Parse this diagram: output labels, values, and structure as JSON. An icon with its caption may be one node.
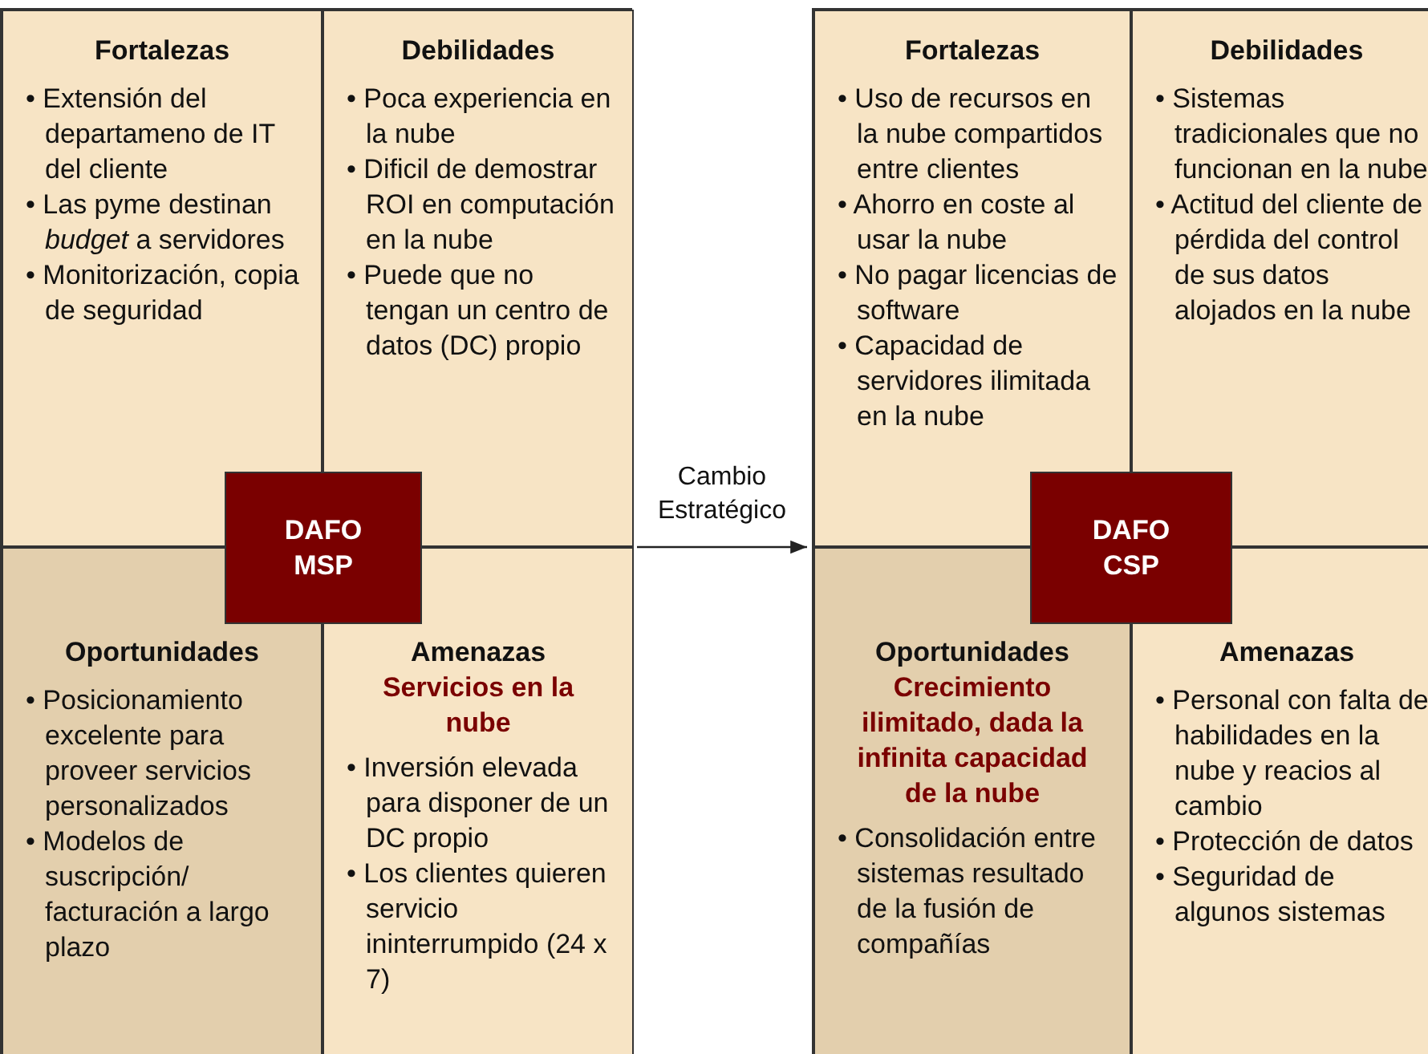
{
  "diagram": {
    "nodes": [
      {
        "text": [],
        "shape": "box"
      },
      {
        "text": [
          "Fortalezas",
          "• Extensión del departameno de IT del cliente",
          "• Las pyme destinan *budget* a servidores",
          "• Monitorización, copia de seguridad"
        ],
        "in": 0
      },
      {
        "text": [
          "Debilidades",
          "• Poca experiencia en la nube",
          "• Dificil de demostrar ROI en computación en la nube",
          "• Puede que no tengan un centro de datos (DC) propio"
        ],
        "in": 0
      },
      {
        "text": [
          "DAFO MSP"
        ],
        "in": 0
      },
      {
        "text": [
          "Oportunidades",
          "• Posicionamiento excelente para proveer servicios personalizados",
          "• Modelos de suscripción/ facturación a largo plazo"
        ],
        "in": 0
      },
      {
        "text": [
          "Amenazas",
          "Servicios en la nube",
          "• Inversión elevada para disponer de un DC propio",
          "• Los clientes quieren servicio ininterrumpido (24 x 7)"
        ],
        "in": 0
      },
      {
        "text": [],
        "shape": "box"
      },
      {
        "text": [
          "Fortalezas",
          "• Uso de recursos en la nube compartidos entre clientes",
          "• Ahorro en coste al usar la nube",
          "• No pagar licencias de software",
          "• Capacidad de servidores ilimitada en la nube"
        ],
        "in": 6
      },
      {
        "text": [
          "Debilidades",
          "• Sistemas tradicionales que no funcionan en la nube",
          "• Actitud del cliente de pérdida del control de sus datos alojados en la nube"
        ],
        "in": 6
      },
      {
        "text": [
          "DAFO CSP"
        ],
        "in": 6
      },
      {
        "text": [
          "Oportunidades",
          "Crecimiento ilimitado, dada la infinita capacidad de la nube",
          "• Consolidación entre sistemas resultado de la fusión de compañías"
        ],
        "in": 6
      },
      {
        "text": [
          "Amenazas",
          "• Personal con falta de habilidades en la nube y reacios al cambio",
          "• Protección de datos",
          "• Seguridad de algunos sistemas"
        ],
        "in": 6
      }
    ],
    "edges": [
      {
        "from": 0,
        "to": 6,
        "arrow": "to",
        "label": "Cambio Estratégico"
      }
    ]
  }
}
